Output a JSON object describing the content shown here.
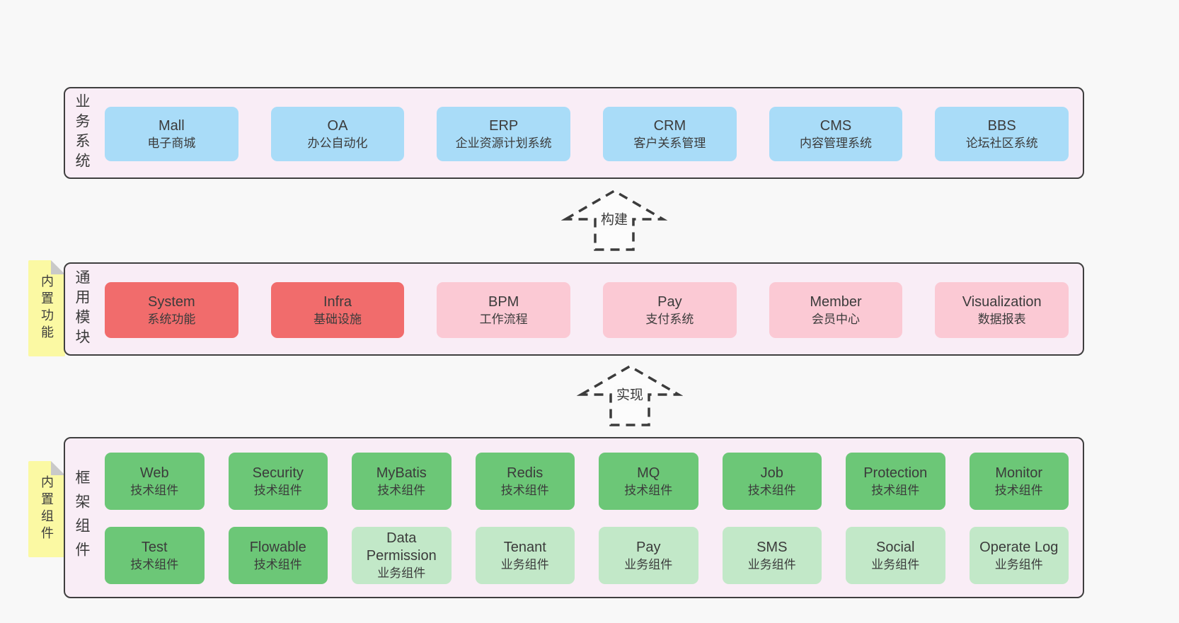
{
  "bands": {
    "business": {
      "title": "业务系统",
      "boxes": [
        {
          "name": "Mall",
          "desc": "电子商城"
        },
        {
          "name": "OA",
          "desc": "办公自动化"
        },
        {
          "name": "ERP",
          "desc": "企业资源计划系统"
        },
        {
          "name": "CRM",
          "desc": "客户关系管理"
        },
        {
          "name": "CMS",
          "desc": "内容管理系统"
        },
        {
          "name": "BBS",
          "desc": "论坛社区系统"
        }
      ]
    },
    "modules": {
      "title": "通用模块",
      "sticky": "内置功能",
      "boxes": [
        {
          "name": "System",
          "desc": "系统功能"
        },
        {
          "name": "Infra",
          "desc": "基础设施"
        },
        {
          "name": "BPM",
          "desc": "工作流程"
        },
        {
          "name": "Pay",
          "desc": "支付系统"
        },
        {
          "name": "Member",
          "desc": "会员中心"
        },
        {
          "name": "Visualization",
          "desc": "数据报表"
        }
      ]
    },
    "framework": {
      "title": "框架组件",
      "sticky": "内置组件",
      "rows": [
        [
          {
            "name": "Web",
            "desc": "技术组件"
          },
          {
            "name": "Security",
            "desc": "技术组件"
          },
          {
            "name": "MyBatis",
            "desc": "技术组件"
          },
          {
            "name": "Redis",
            "desc": "技术组件"
          },
          {
            "name": "MQ",
            "desc": "技术组件"
          },
          {
            "name": "Job",
            "desc": "技术组件"
          },
          {
            "name": "Protection",
            "desc": "技术组件"
          },
          {
            "name": "Monitor",
            "desc": "技术组件"
          }
        ],
        [
          {
            "name": "Test",
            "desc": "技术组件"
          },
          {
            "name": "Flowable",
            "desc": "技术组件"
          },
          {
            "name": "Data Permission",
            "desc": "业务组件"
          },
          {
            "name": "Tenant",
            "desc": "业务组件"
          },
          {
            "name": "Pay",
            "desc": "业务组件"
          },
          {
            "name": "SMS",
            "desc": "业务组件"
          },
          {
            "name": "Social",
            "desc": "业务组件"
          },
          {
            "name": "Operate Log",
            "desc": "业务组件"
          }
        ]
      ]
    }
  },
  "arrows": {
    "build": {
      "label": "构建"
    },
    "implement": {
      "label": "实现"
    }
  },
  "colors": {
    "page_bg": "#f8f8f8",
    "band_bg": "#f9edf6",
    "band_border": "#3f3f3f",
    "blue_box": "#a9dcf8",
    "red_box": "#f16c6c",
    "pink_box": "#fbc9d4",
    "green_dark_box": "#6cc777",
    "green_light_box": "#c2e8c8",
    "sticky_bg": "#fbf9a3",
    "sticky_fold": "#c9c9c9",
    "text": "#3b3b3b"
  }
}
